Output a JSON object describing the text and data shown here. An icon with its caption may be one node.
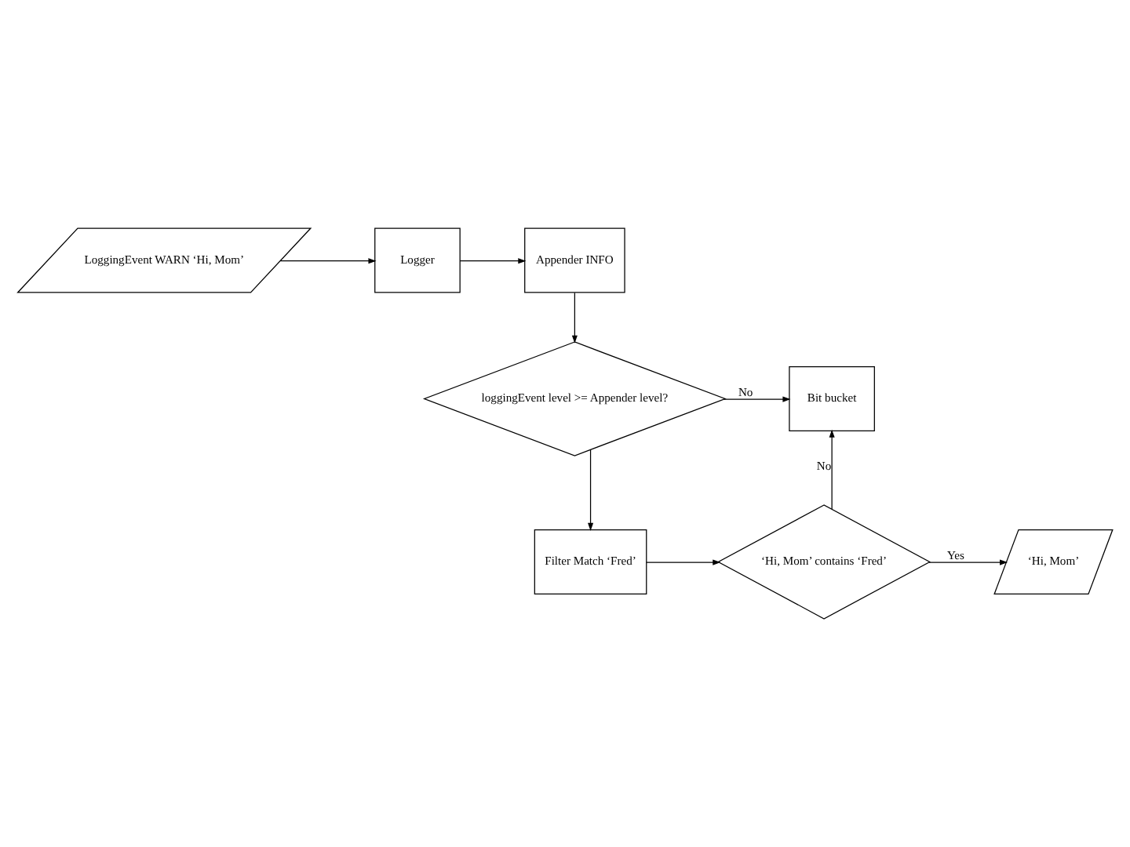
{
  "diagram": {
    "nodes": [
      {
        "text": [
          "LoggingEvent WARN ‘Hi, Mom’"
        ]
      },
      {
        "text": [
          "Logger"
        ]
      },
      {
        "text": [
          "Appender INFO"
        ]
      },
      {
        "text": [
          "loggingEvent level >= Appender level?"
        ]
      },
      {
        "text": [
          "Bit bucket"
        ]
      },
      {
        "text": [
          "Filter Match ‘Fred’"
        ]
      },
      {
        "text": [
          "‘Hi, Mom’ contains ‘Fred’"
        ]
      },
      {
        "text": [
          "‘Hi, Mom’"
        ]
      }
    ],
    "edges": [
      {
        "from": 0,
        "to": 1,
        "arrow": "to"
      },
      {
        "from": 1,
        "to": 2,
        "arrow": "to"
      },
      {
        "from": 2,
        "to": 3,
        "arrow": "to"
      },
      {
        "from": 3,
        "to": 4,
        "arrow": "to",
        "label": "No"
      },
      {
        "from": 3,
        "to": 5,
        "arrow": "to"
      },
      {
        "from": 5,
        "to": 6,
        "arrow": "to"
      },
      {
        "from": 6,
        "to": 4,
        "arrow": "to",
        "label": "No"
      },
      {
        "from": 6,
        "to": 7,
        "arrow": "to",
        "label": "Yes"
      }
    ]
  }
}
